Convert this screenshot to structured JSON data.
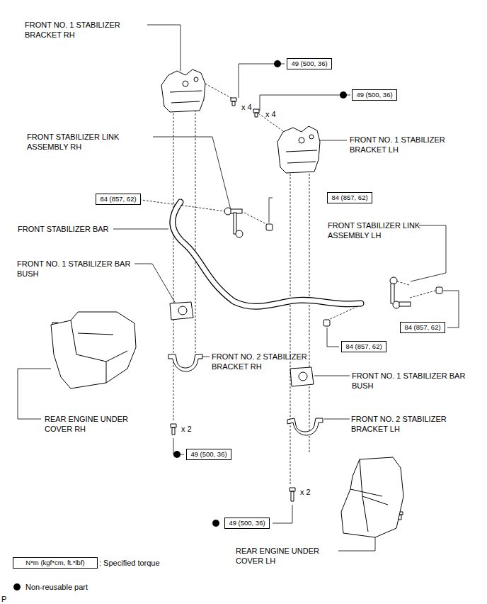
{
  "diagram": {
    "nodes": [
      {
        "text": [
          "49 (500, 36)"
        ]
      },
      {
        "text": [
          "49 (500, 36)"
        ]
      },
      {
        "text": [
          "84 (857, 62)"
        ]
      },
      {
        "text": [
          "84 (857, 62)"
        ]
      },
      {
        "text": [
          "84 (857, 62)"
        ]
      },
      {
        "text": [
          "84 (857, 62)"
        ]
      },
      {
        "text": [
          "49 (500, 36)"
        ]
      },
      {
        "text": [
          "49 (500, 36)"
        ]
      },
      {
        "text": [
          "N*m (kgf*cm, ft.*lbf)"
        ]
      }
    ],
    "labels": [
      "FRONT NO. 1 STABILIZER BRACKET RH",
      "x 4",
      "x 4",
      "FRONT NO. 1 STABILIZER BRACKET LH",
      "FRONT STABILIZER LINK ASSEMBLY RH",
      "FRONT STABILIZER BAR",
      "FRONT STABILIZER LINK ASSEMBLY LH",
      "FRONT NO. 1 STABILIZER BAR BUSH",
      "FRONT NO. 2 STABILIZER BRACKET RH",
      "FRONT NO. 1 STABILIZER BAR BUSH",
      "REAR ENGINE UNDER COVER RH",
      "FRONT NO. 2 STABILIZER BRACKET LH",
      "x 2",
      "x 2",
      "REAR ENGINE UNDER COVER LH",
      "P"
    ],
    "legend": [
      {
        "text": ": Specified torque"
      },
      {
        "text": "Non-reusable part"
      }
    ]
  }
}
